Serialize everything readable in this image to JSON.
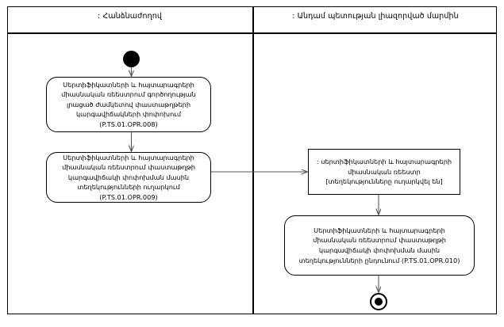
{
  "diagram": {
    "type": "uml-activity-diagram",
    "lanes": [
      {
        "id": "commission",
        "title": ": Հանձնաժողով"
      },
      {
        "id": "member-state-authorized-body",
        "title": ": Անդամ պետության լիազորված մարմին"
      }
    ],
    "nodes": {
      "initial": {
        "kind": "initial-node",
        "lane": "commission"
      },
      "activity_1": {
        "kind": "activity",
        "lane": "commission",
        "text": "Սերտիֆիկատների և հայտարագրերի միասնական ռեեստրում գործողության լրացած ժամկետով փաստաթղթերի կարգավիճակների փոփոխում (P.TS.01.OPR.008)",
        "code": "P.TS.01.OPR.008"
      },
      "activity_2": {
        "kind": "activity",
        "lane": "commission",
        "text": "Սերտիֆիկատների և հայտարագրերի միասնական ռեեստրում փաստաթղթի կարգավիճակի փոփոխման մասին տեղեկությունների ուղարկում (P.TS.01.OPR.009)",
        "code": "P.TS.01.OPR.009"
      },
      "object_1": {
        "kind": "object-node",
        "lane": "member-state-authorized-body",
        "text": ": սերտիֆիկատների և հայտարագրերի միասնական ռեեստր [տեղեկությունները ուղարկվել են]",
        "state": "[տեղեկությունները ուղարկվել են]"
      },
      "activity_3": {
        "kind": "activity",
        "lane": "member-state-authorized-body",
        "text": "Սերտիֆիկատների և հայտարագրերի միասնական ռեեստրում փաստաթղթի կարգավիճակի փոփոխման մասին տեղեկությունների ընդունում (P.TS.01.OPR.010)",
        "code": "P.TS.01.OPR.010"
      },
      "final": {
        "kind": "activity-final-node",
        "lane": "member-state-authorized-body"
      }
    },
    "edges": [
      {
        "from": "initial",
        "to": "activity_1",
        "direction": "down"
      },
      {
        "from": "activity_1",
        "to": "activity_2",
        "direction": "down"
      },
      {
        "from": "activity_2",
        "to": "object_1",
        "direction": "right"
      },
      {
        "from": "object_1",
        "to": "activity_3",
        "direction": "down"
      },
      {
        "from": "activity_3",
        "to": "final",
        "direction": "down"
      }
    ],
    "colors": {
      "stroke": "#000000",
      "edge": "#555555",
      "background": "#ffffff"
    }
  }
}
